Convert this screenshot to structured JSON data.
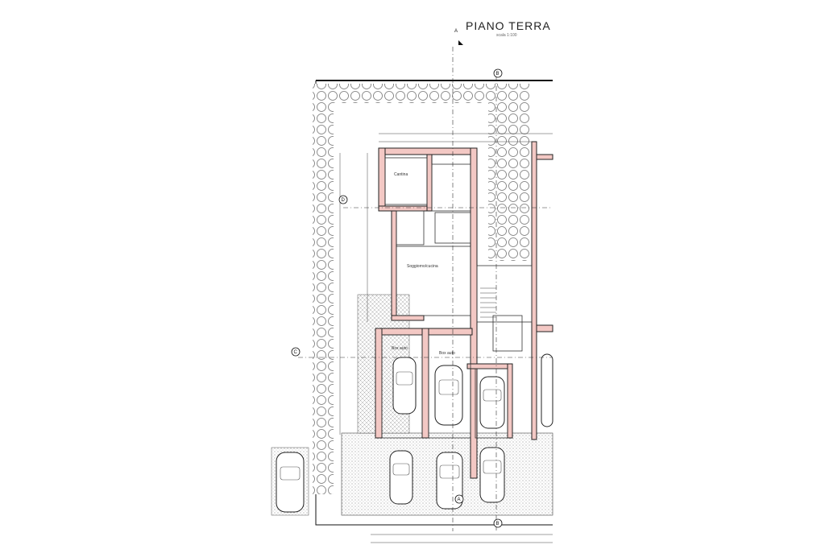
{
  "plan": {
    "title": "PIANO TERRA",
    "scale": "scala 1:100",
    "section_markers": [
      "A",
      "B",
      "C",
      "D"
    ],
    "room_labels": {
      "cantina": "Cantina",
      "soggiorno": "Soggiorno/cucina",
      "garage_1": "Box auto",
      "garage_2": "Box auto"
    }
  },
  "colors": {
    "wall_fill": "#f3c8c4",
    "line": "#222222",
    "hedge": "#8a8a8a",
    "hatch": "#bdbdbd"
  }
}
